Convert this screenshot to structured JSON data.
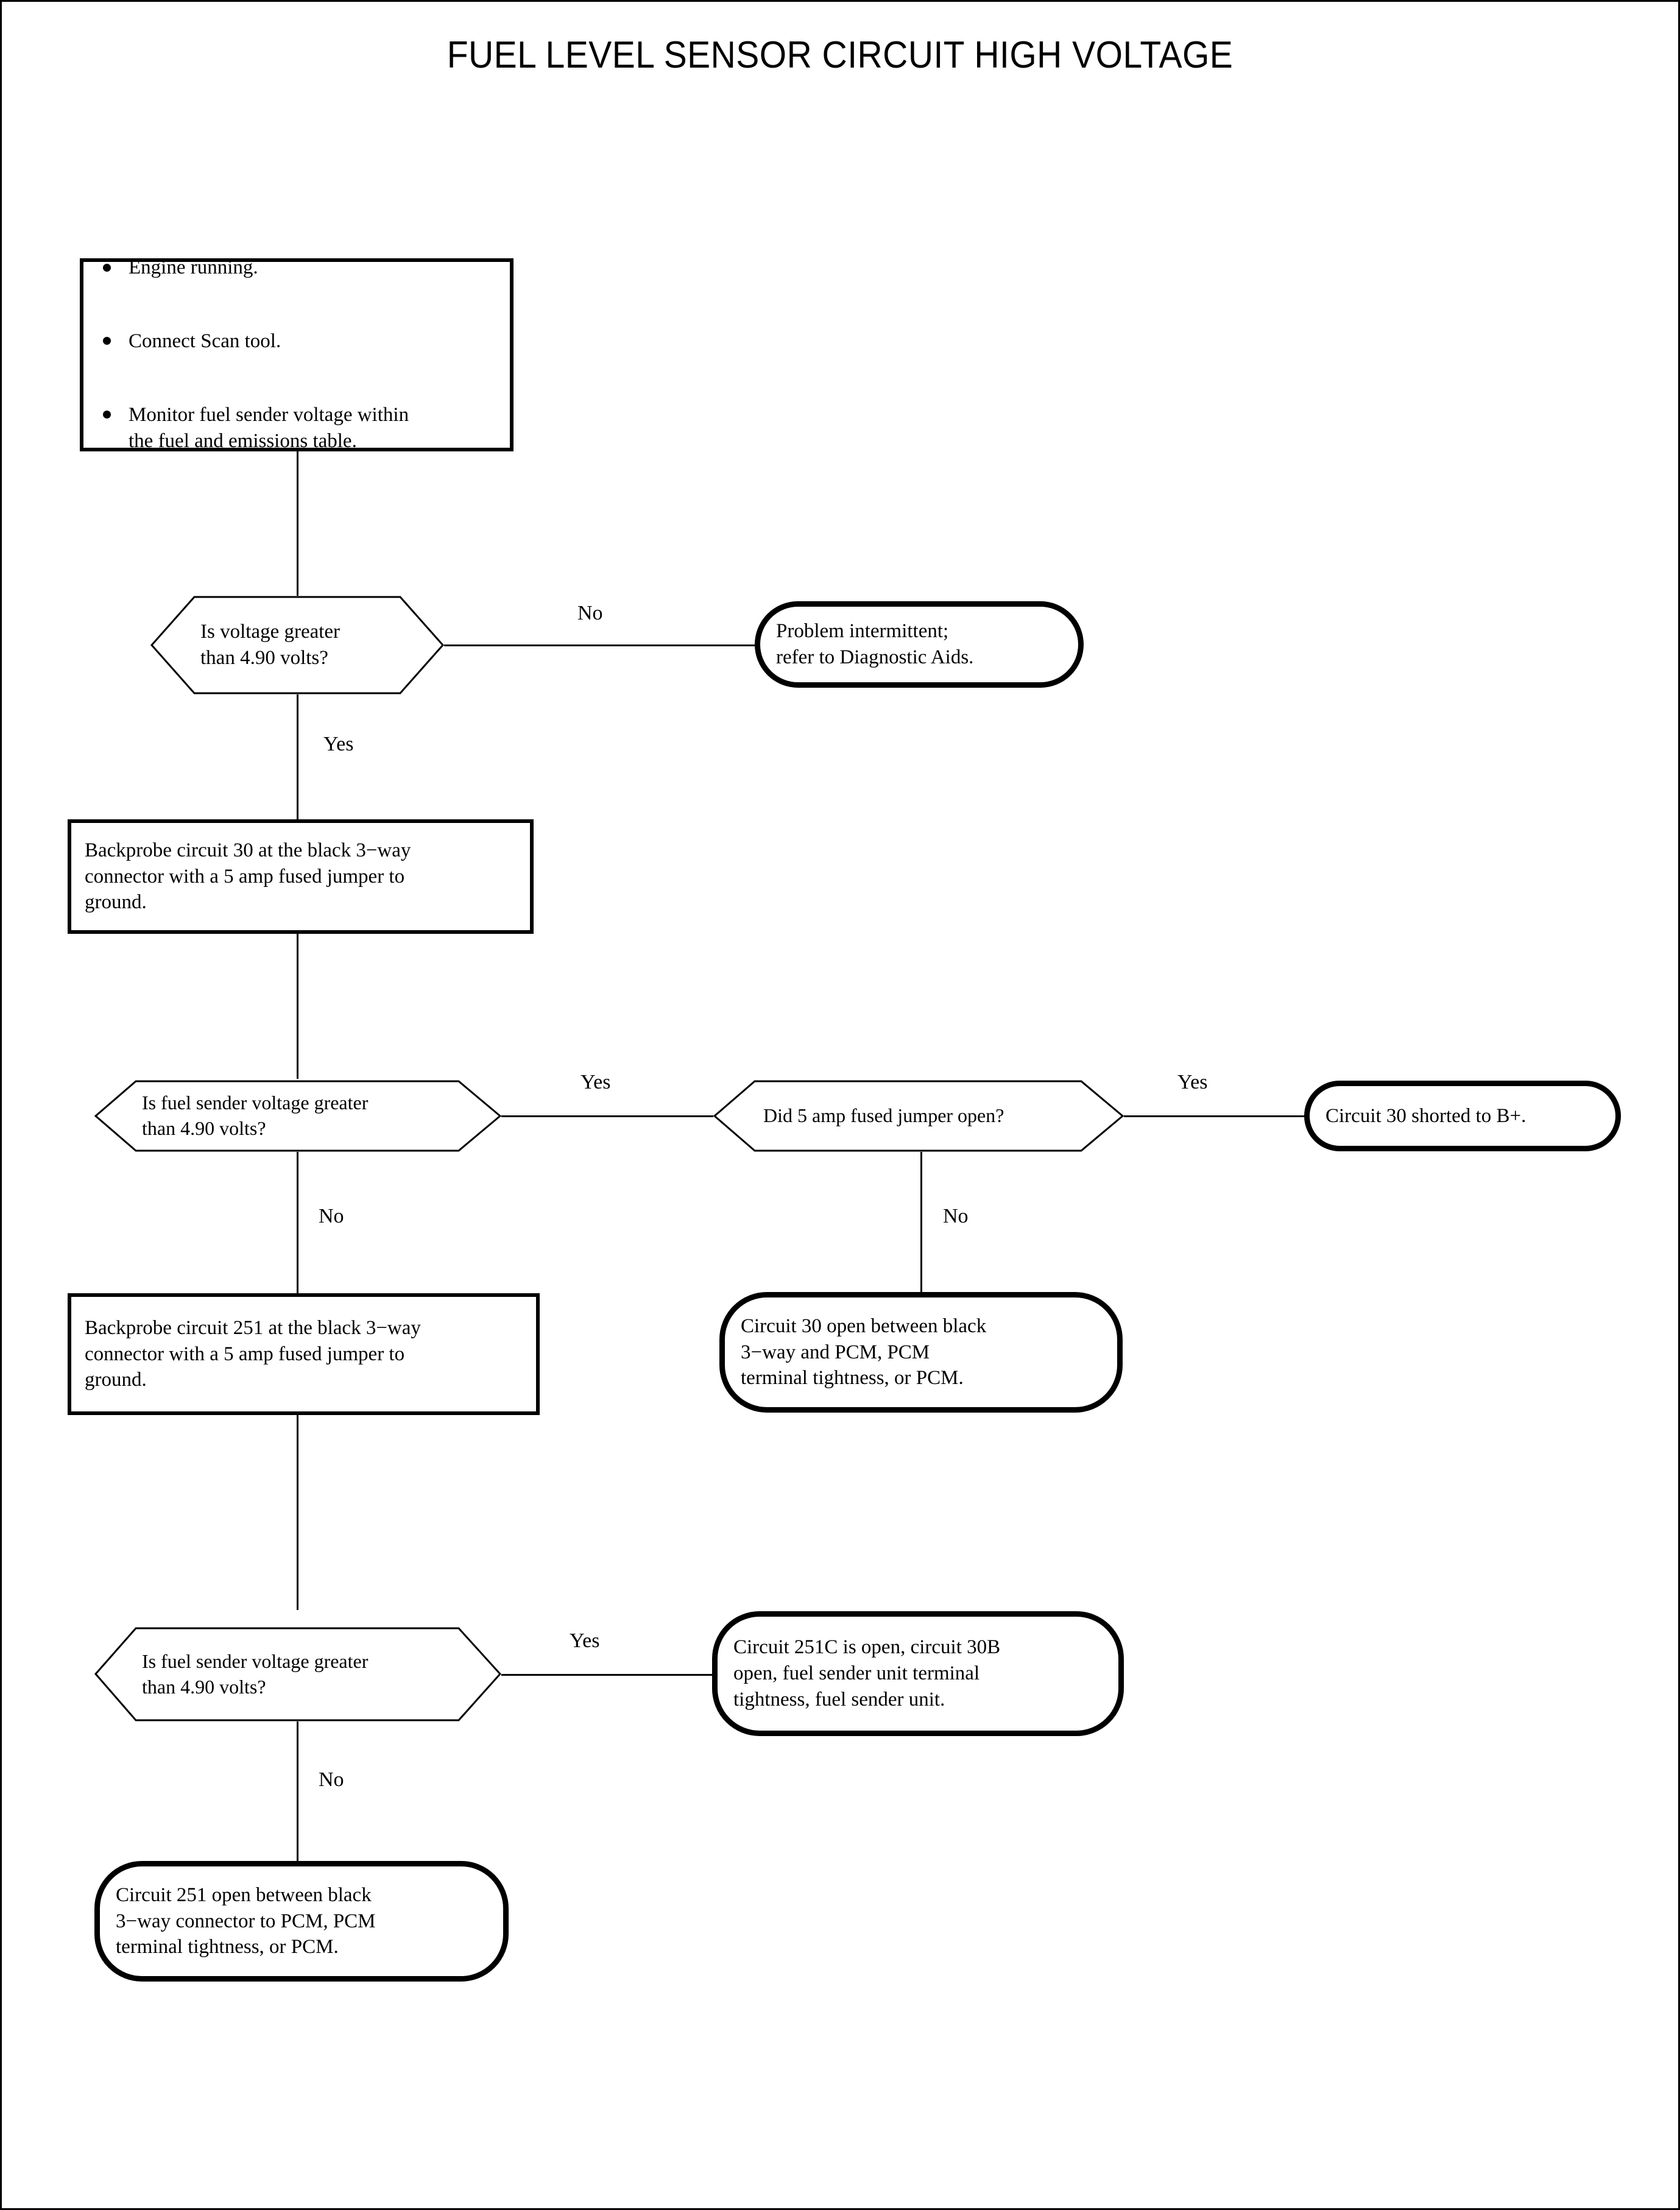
{
  "document": {
    "title": "FUEL LEVEL SENSOR CIRCUIT HIGH VOLTAGE"
  },
  "chart_data": {
    "type": "diagram",
    "diagram_kind": "flowchart",
    "title": "FUEL LEVEL SENSOR CIRCUIT HIGH VOLTAGE"
  },
  "nodes": {
    "start_steps": {
      "shape": "process",
      "items": [
        "Engine running.",
        "Connect Scan tool.",
        "Monitor fuel sender voltage within\nthe fuel and emissions table."
      ]
    },
    "decision_1": {
      "shape": "decision",
      "text": "Is voltage greater\nthan 4.90 volts?"
    },
    "terminal_intermittent": {
      "shape": "terminal",
      "text": "Problem intermittent;\nrefer to Diagnostic Aids."
    },
    "process_backprobe_30": {
      "shape": "process",
      "text": "Backprobe circuit 30 at the black 3−way\nconnector with a 5 amp fused jumper to\nground."
    },
    "decision_2": {
      "shape": "decision",
      "text": "Is fuel sender voltage greater\nthan 4.90 volts?"
    },
    "decision_3": {
      "shape": "decision",
      "text": "Did 5 amp fused jumper open?"
    },
    "terminal_shorted_bplus": {
      "shape": "terminal",
      "text": "Circuit 30 shorted to B+."
    },
    "process_backprobe_251": {
      "shape": "process",
      "text": "Backprobe circuit 251 at the black 3−way\nconnector with a 5 amp fused jumper to\nground."
    },
    "terminal_circuit30_open": {
      "shape": "terminal",
      "text": "Circuit 30 open between black\n3−way and PCM, PCM\nterminal tightness, or PCM."
    },
    "decision_4": {
      "shape": "decision",
      "text": "Is fuel sender voltage greater\nthan 4.90 volts?"
    },
    "terminal_251c_open": {
      "shape": "terminal",
      "text": "Circuit 251C is open, circuit 30B\nopen, fuel sender unit terminal\ntightness, fuel sender unit."
    },
    "terminal_251_open": {
      "shape": "terminal",
      "text": "Circuit 251 open between black\n3−way connector to PCM, PCM\nterminal tightness, or PCM."
    }
  },
  "edges": [
    {
      "id": "e1",
      "from": "start_steps",
      "to": "decision_1",
      "label": ""
    },
    {
      "id": "e2",
      "from": "decision_1",
      "to": "terminal_intermittent",
      "label": "No"
    },
    {
      "id": "e3",
      "from": "decision_1",
      "to": "process_backprobe_30",
      "label": "Yes"
    },
    {
      "id": "e4",
      "from": "process_backprobe_30",
      "to": "decision_2",
      "label": ""
    },
    {
      "id": "e5",
      "from": "decision_2",
      "to": "decision_3",
      "label": "Yes"
    },
    {
      "id": "e6",
      "from": "decision_3",
      "to": "terminal_shorted_bplus",
      "label": "Yes"
    },
    {
      "id": "e7",
      "from": "decision_2",
      "to": "process_backprobe_251",
      "label": "No"
    },
    {
      "id": "e8",
      "from": "decision_3",
      "to": "terminal_circuit30_open",
      "label": "No"
    },
    {
      "id": "e9",
      "from": "process_backprobe_251",
      "to": "decision_4",
      "label": ""
    },
    {
      "id": "e10",
      "from": "decision_4",
      "to": "terminal_251c_open",
      "label": "Yes"
    },
    {
      "id": "e11",
      "from": "decision_4",
      "to": "terminal_251_open",
      "label": "No"
    }
  ],
  "edge_labels": {
    "d1_no": "No",
    "d1_yes": "Yes",
    "d2_yes": "Yes",
    "d2_no": "No",
    "d3_yes": "Yes",
    "d3_no": "No",
    "d4_yes": "Yes",
    "d4_no": "No"
  },
  "colors": {
    "stroke": "#000000",
    "background": "#ffffff",
    "text": "#000000"
  }
}
